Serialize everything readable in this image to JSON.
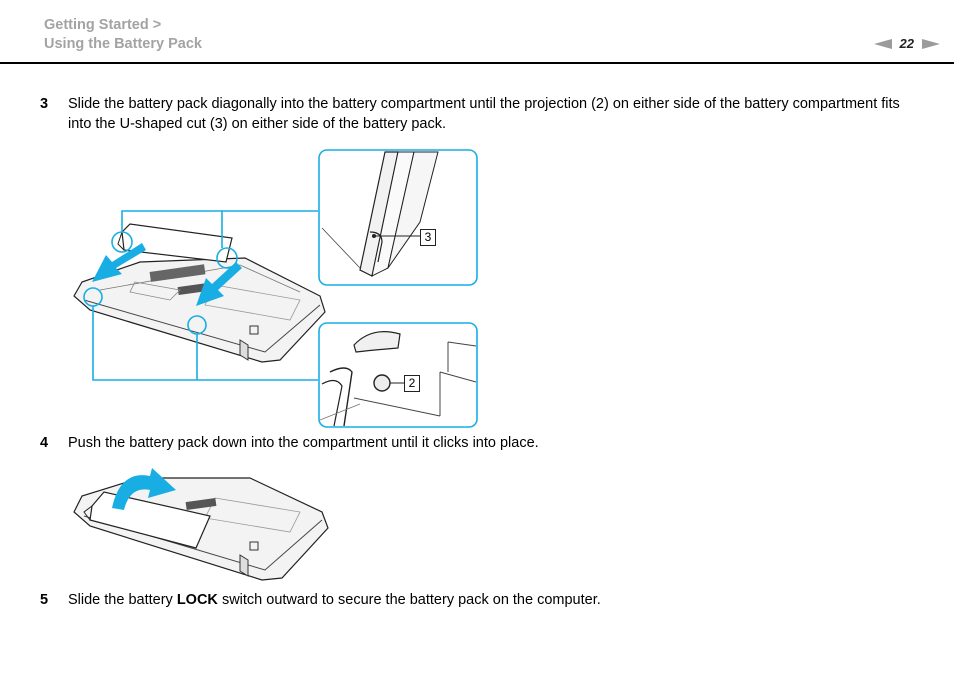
{
  "header": {
    "breadcrumb_line1": "Getting Started >",
    "breadcrumb_line2": "Using the Battery Pack",
    "page_number": "22"
  },
  "steps": [
    {
      "number": "3",
      "text": "Slide the battery pack diagonally into the battery compartment until the projection (2) on either side of the battery compartment fits into the U-shaped cut (3) on either side of the battery pack."
    },
    {
      "number": "4",
      "text": "Push the battery pack down into the compartment until it clicks into place."
    },
    {
      "number": "5",
      "text_before": "Slide the battery ",
      "text_bold": "LOCK",
      "text_after": " switch outward to secure the battery pack on the computer."
    }
  ],
  "figure1": {
    "callout_cut": "3",
    "callout_projection": "2"
  },
  "colors": {
    "accent_blue": "#18aee4",
    "breadcrumb_gray": "#a3a3a3"
  }
}
